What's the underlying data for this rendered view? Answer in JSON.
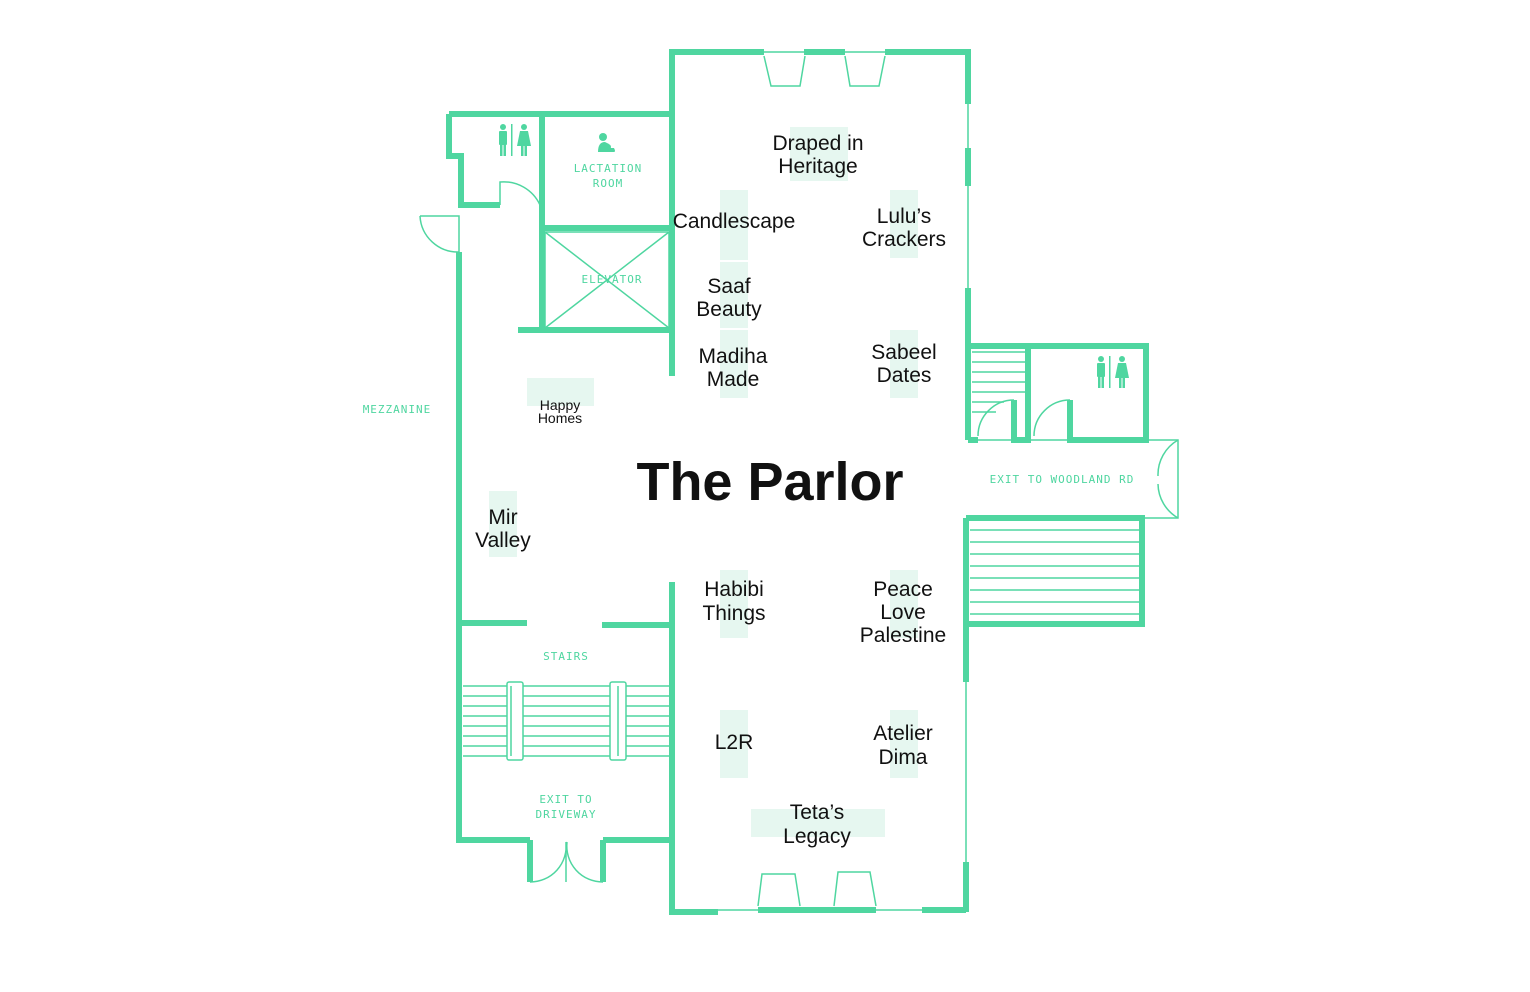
{
  "room": {
    "title": "The Parlor"
  },
  "labels": {
    "mezzanine": "MEZZANINE",
    "lactation_line1": "LACTATION",
    "lactation_line2": "ROOM",
    "elevator": "ELEVATOR",
    "stairs": "STAIRS",
    "exit_driveway_line1": "EXIT TO",
    "exit_driveway_line2": "DRIVEWAY",
    "exit_woodland": "EXIT TO WOODLAND RD"
  },
  "vendors": {
    "draped": [
      "Draped in",
      "Heritage"
    ],
    "candlescape": [
      "Candlescape"
    ],
    "lulus": [
      "Lulu’s",
      "Crackers"
    ],
    "saaf": [
      "Saaf",
      "Beauty"
    ],
    "madiha": [
      "Madiha",
      "Made"
    ],
    "sabeel": [
      "Sabeel",
      "Dates"
    ],
    "happy": [
      "Happy",
      "Homes"
    ],
    "mir": [
      "Mir",
      "Valley"
    ],
    "habibi": [
      "Habibi",
      "Things"
    ],
    "peace": [
      "Peace",
      "Love",
      "Palestine"
    ],
    "l2r": [
      "L2R"
    ],
    "atelier": [
      "Atelier",
      "Dima"
    ],
    "tetas": [
      "Teta’s",
      "Legacy"
    ]
  },
  "icons": [
    "restroom-icon",
    "lactation-icon",
    "restroom-icon"
  ],
  "colors": {
    "accent": "#4fd6a0",
    "booth": "#e6f7f0",
    "text": "#111111"
  }
}
